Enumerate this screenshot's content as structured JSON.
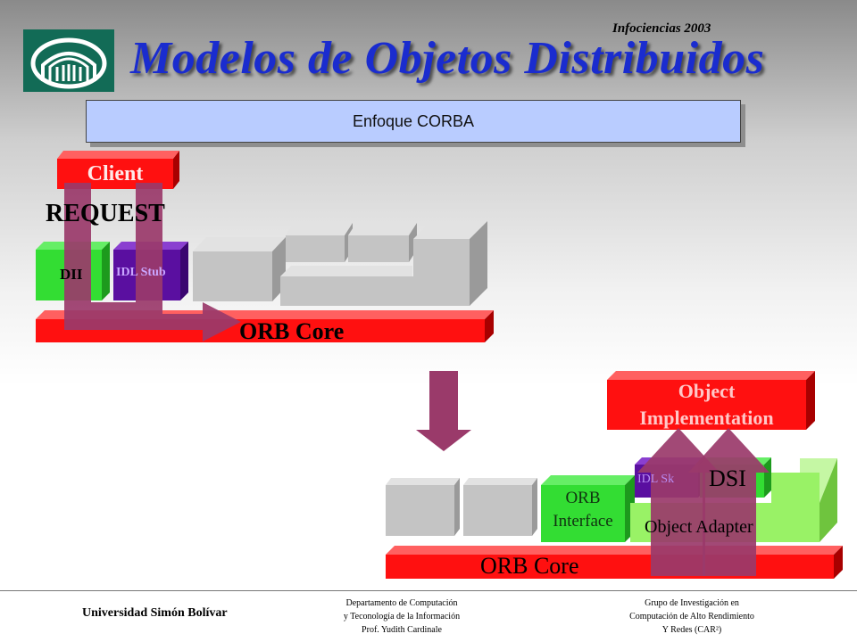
{
  "header": {
    "conference": "Infociencias 2003",
    "title": "Modelos de Objetos Distribuidos",
    "subtitle": "Enfoque CORBA"
  },
  "client_side": {
    "client_label": "Client",
    "request_label": "REQUEST",
    "dii_label": "DII",
    "idl_stub_label": "IDL Stub",
    "orb_core_label": "ORB Core"
  },
  "server_side": {
    "object_impl_line1": "Object",
    "object_impl_line2": "Implementation",
    "idl_sk_label": "IDL Sk",
    "dsi_label": "DSI",
    "orb_interface_line1": "ORB",
    "orb_interface_line2": "Interface",
    "object_adapter_label": "Object Adapter",
    "orb_core_label": "ORB Core"
  },
  "footer": {
    "university": "Universidad Simón Bolívar",
    "dept_line1": "Departamento de Computación",
    "dept_line2": "y Teconología de la Información",
    "dept_line3": "Prof. Yudith Cardinale",
    "group_line1": "Grupo de Investigación en",
    "group_line2": "Computación de Alto Rendimiento",
    "group_line3": "Y Redes (CAR²)"
  },
  "colors": {
    "red_block": "#ff1010",
    "green_block": "#33dd33",
    "light_green_block": "#99f266",
    "purple_block": "#5a0fa0",
    "gray_block": "#c4c4c4",
    "arrow": "#9a3a6a",
    "title_blue": "#1a2ccf"
  }
}
